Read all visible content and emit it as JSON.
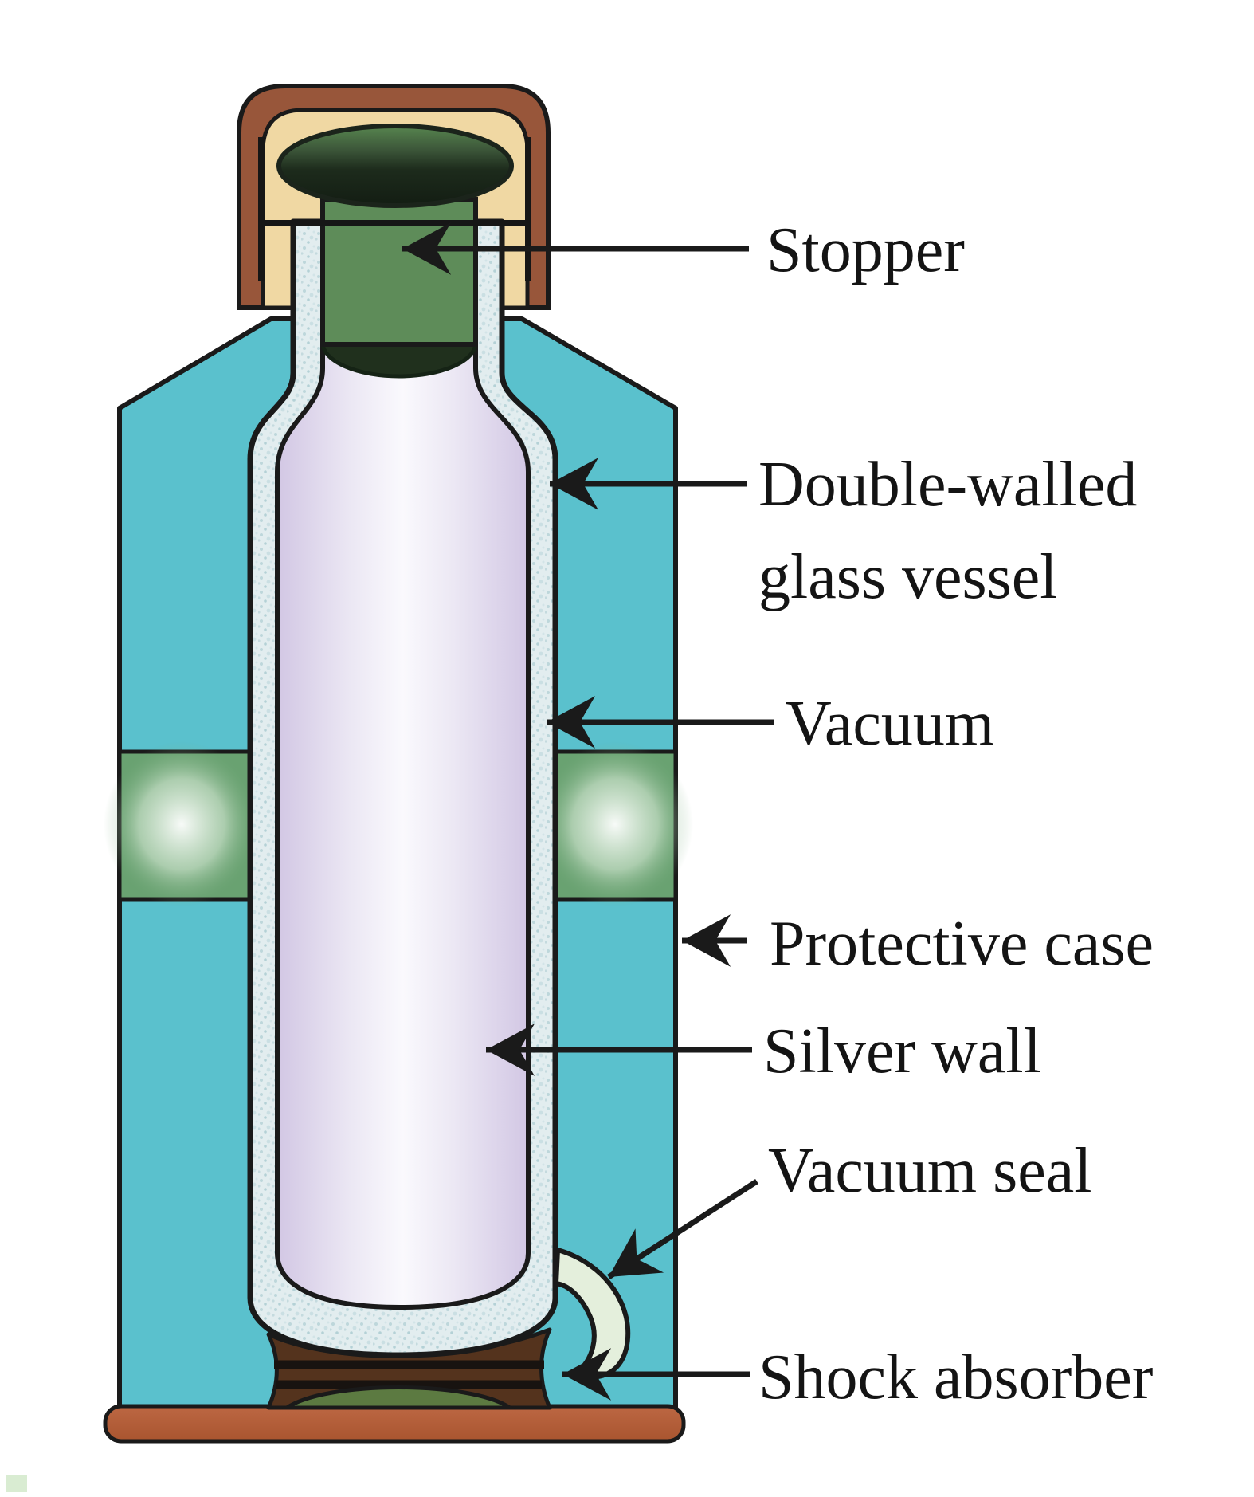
{
  "diagram": {
    "subject": "Vacuum flask cross-section",
    "labels": {
      "stopper": "Stopper",
      "double_walled_line1": "Double-walled",
      "double_walled_line2": "glass vessel",
      "vacuum": "Vacuum",
      "protective_case": "Protective case",
      "silver_wall": "Silver wall",
      "vacuum_seal": "Vacuum seal",
      "shock_absorber": "Shock absorber"
    },
    "colors": {
      "case_teal": "#5ac1cd",
      "insulation_band_green": "#69a271",
      "interior_lavender": "#d2c7e4",
      "glass_speckle_blue": "#e2edef",
      "cap_brown": "#98563a",
      "cap_liner_tan": "#f0d8a3",
      "stopper_green": "#5e8c59",
      "stopper_knob_dark": "#1c291b",
      "base_terracotta": "#b4603e",
      "shock_absorber_brown": "#54331d",
      "shock_absorber_cushion_green": "#5c7a41",
      "vacuum_seal_pale_green": "#e4efdc",
      "outline": "#1a1a1a",
      "label_text": "#141414"
    }
  }
}
